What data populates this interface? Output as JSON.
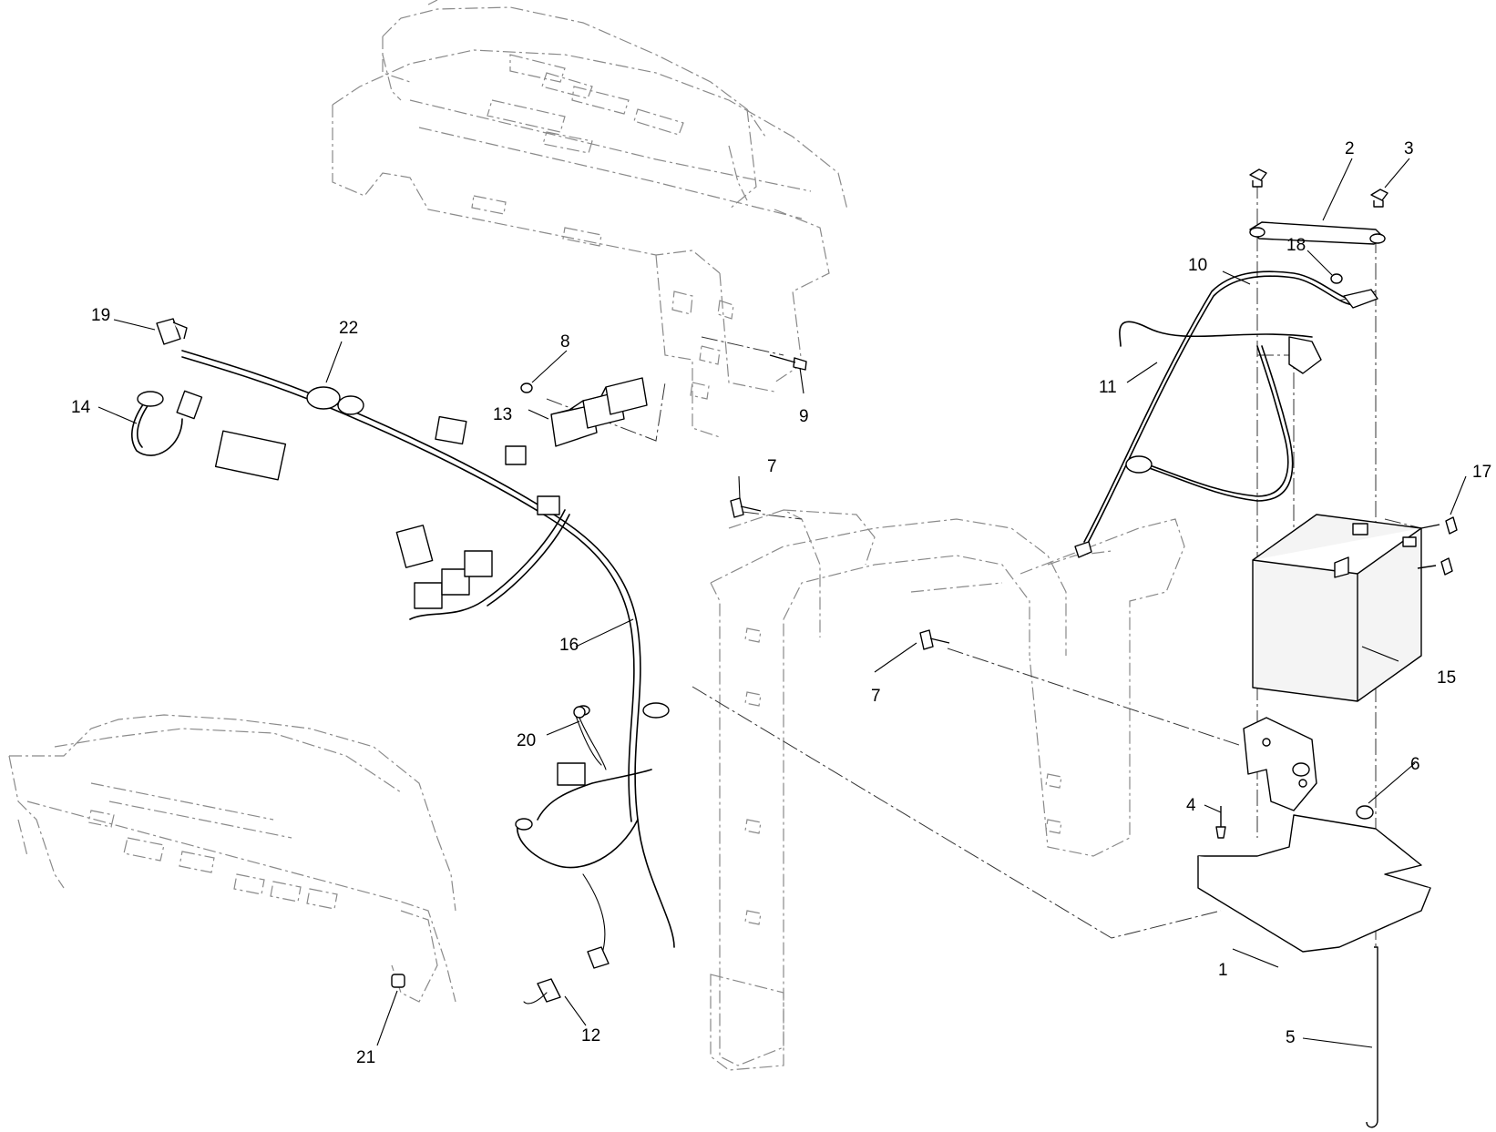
{
  "callouts": [
    "1",
    "2",
    "3",
    "4",
    "5",
    "6",
    "7",
    "7",
    "8",
    "9",
    "10",
    "11",
    "12",
    "13",
    "14",
    "15",
    "16",
    "17",
    "18",
    "19",
    "20",
    "21",
    "22"
  ]
}
